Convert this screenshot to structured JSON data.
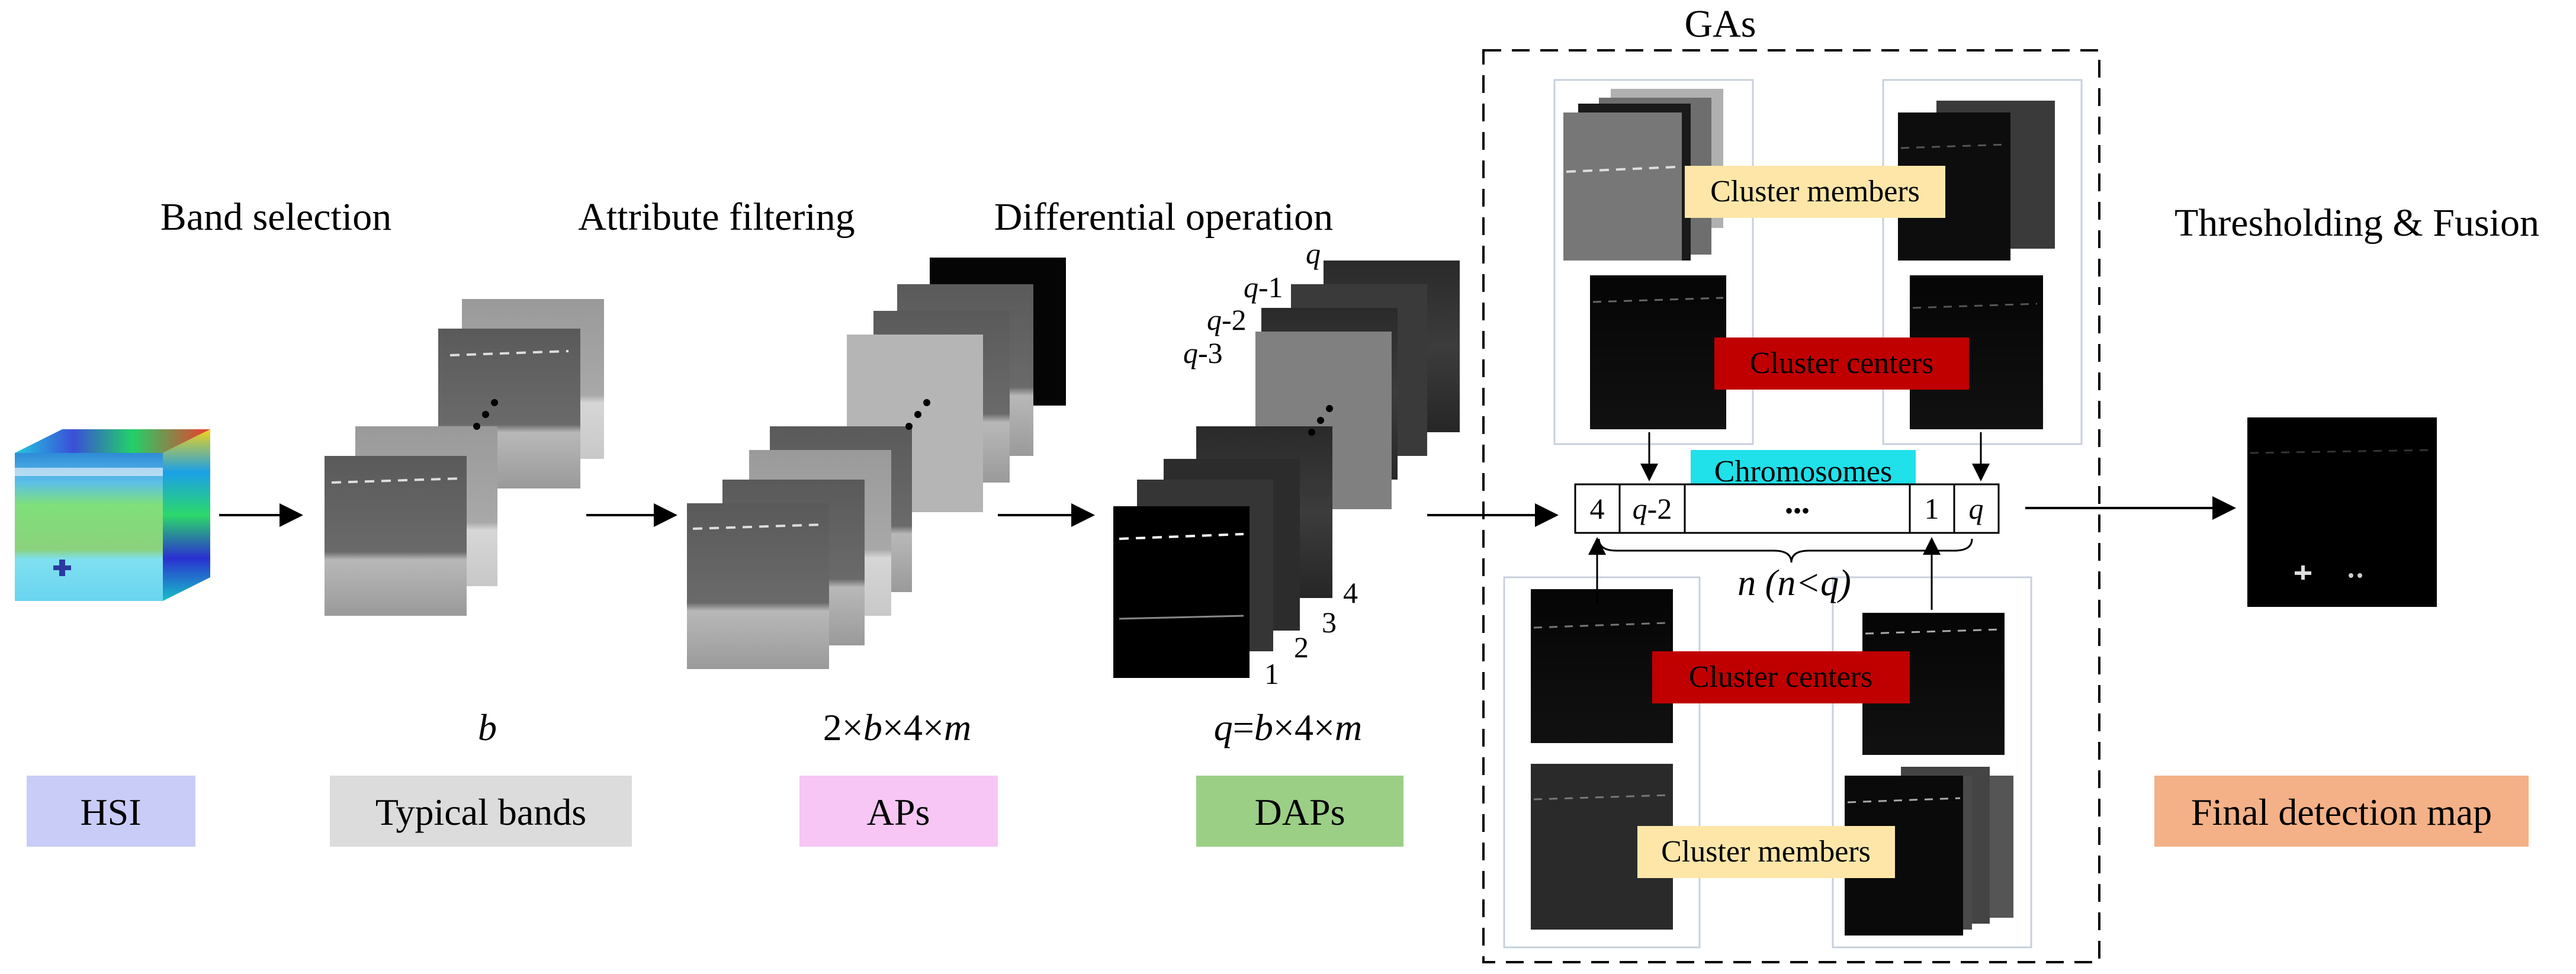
{
  "stages": {
    "band_selection": "Band selection",
    "attribute_filtering": "Attribute filtering",
    "differential_operation": "Differential operation",
    "gas": "GAs",
    "thresholding_fusion": "Thresholding & Fusion"
  },
  "counts": {
    "b": "b",
    "aps_prefix": "2×",
    "aps_b": "b",
    "aps_mid": "×4×",
    "aps_m": "m",
    "daps_q": "q",
    "daps_eq": "=",
    "daps_b": "b",
    "daps_mid": "×4×",
    "daps_m": "m"
  },
  "legend": {
    "hsi": "HSI",
    "typical_bands": "Typical bands",
    "aps": "APs",
    "daps": "DAPs",
    "final_map": "Final detection map"
  },
  "legend_colors": {
    "hsi": "#c9ccf7",
    "typical_bands": "#dcdcdc",
    "aps": "#f7c6f4",
    "daps": "#9bcf86",
    "final_map": "#f4b187"
  },
  "dap_labels": {
    "q": "q",
    "q1_var": "q",
    "q1_suffix": "-1",
    "q2_var": "q",
    "q2_suffix": "-2",
    "q3_var": "q",
    "q3_suffix": "-3",
    "n1": "1",
    "n2": "2",
    "n3": "3",
    "n4": "4"
  },
  "ga": {
    "cluster_members": "Cluster members",
    "cluster_centers": "Cluster centers",
    "chromosomes": "Chromosomes",
    "cell_4": "4",
    "cell_q2_var": "q",
    "cell_q2_suffix": "-2",
    "cell_dots": "•••",
    "cell_1": "1",
    "cell_q": "q",
    "n_label_n": "n",
    "n_label_paren_open": " (",
    "n_label_inner_n": "n",
    "n_label_lt": "<",
    "n_label_q": "q",
    "n_label_paren_close": ")",
    "ellipsis": "• • •"
  },
  "colors": {
    "cluster_members_bg": "#fde6a8",
    "cluster_centers_bg": "#c00000",
    "chromosomes_bg": "#20e0ea"
  }
}
